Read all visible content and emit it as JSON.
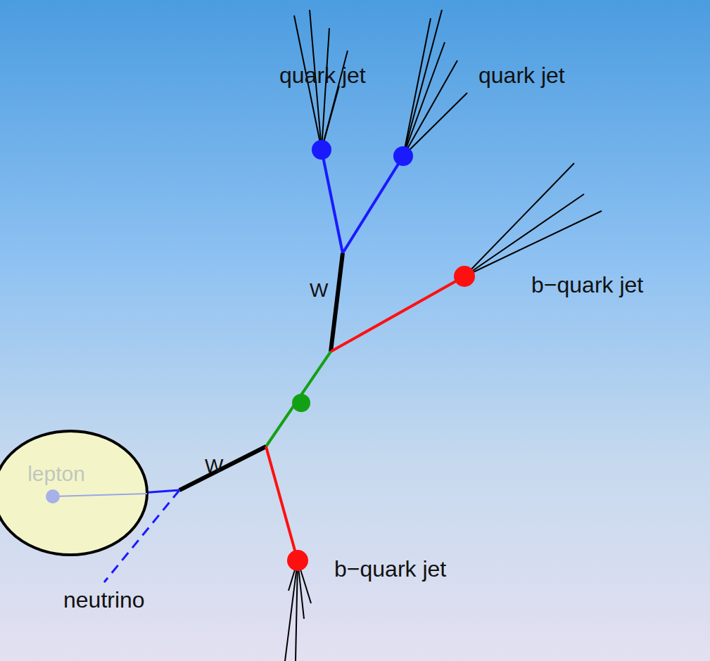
{
  "diagram": {
    "nodes": [
      {
        "text": [
          "lepton"
        ]
      }
    ],
    "labels": [
      "quark jet",
      "quark jet",
      "W",
      "b−quark jet",
      "W",
      "neutrino",
      "b−quark jet"
    ]
  }
}
